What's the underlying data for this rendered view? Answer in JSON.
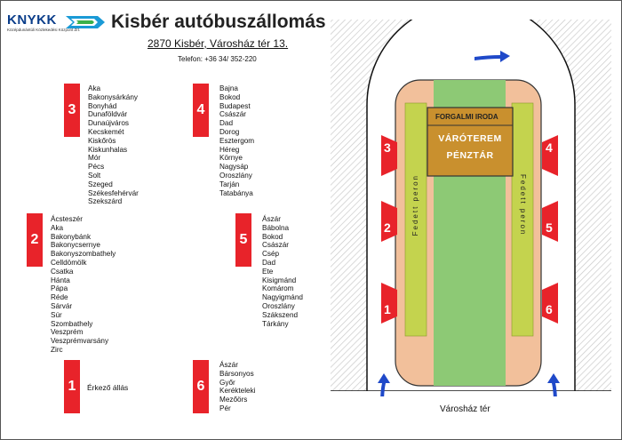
{
  "header": {
    "logo_text": "KNYKK",
    "logo_subtitle": "Középdunántúli Közlekedési Központ Zrt.",
    "title": "Kisbér autóbuszállomás",
    "address": "2870 Kisbér, Városház tér 13.",
    "phone": "Telefon: +36 34/ 352-220"
  },
  "stands": {
    "s3": {
      "number": "3",
      "destinations": [
        "Aka",
        "Bakonysárkány",
        "Bonyhád",
        "Dunaföldvár",
        "Dunaújváros",
        "Kecskemét",
        "Kiskőrös",
        "Kiskunhalas",
        "Mór",
        "Pécs",
        "Solt",
        "Szeged",
        "Székesfehérvár",
        "Szekszárd"
      ]
    },
    "s4": {
      "number": "4",
      "destinations": [
        "Bajna",
        "Bokod",
        "Budapest",
        "Császár",
        "Dad",
        "Dorog",
        "Esztergom",
        "Héreg",
        "Környe",
        "Nagysáp",
        "Oroszlány",
        "Tarján",
        "Tatabánya"
      ]
    },
    "s2": {
      "number": "2",
      "destinations": [
        "Ácsteszér",
        "Aka",
        "Bakonybánk",
        "Bakonycsernye",
        "Bakonyszombathely",
        "Celldömölk",
        "Csatka",
        "Hánta",
        "Pápa",
        "Réde",
        "Sárvár",
        "Súr",
        "Szombathely",
        "Veszprém",
        "Veszprémvarsány",
        "Zirc"
      ]
    },
    "s5": {
      "number": "5",
      "destinations": [
        "Ászár",
        "Bábolna",
        "Bokod",
        "Császár",
        "Csép",
        "Dad",
        "Ete",
        "Kisigmánd",
        "Komárom",
        "Nagyigmánd",
        "Oroszlány",
        "Szákszend",
        "Tárkány"
      ]
    },
    "s1": {
      "number": "1",
      "label": "Érkező állás"
    },
    "s6": {
      "number": "6",
      "destinations": [
        "Ászár",
        "Bársonyos",
        "Győr",
        "Kerékteleki",
        "Mezőörs",
        "Pér"
      ]
    }
  },
  "map": {
    "office": "FORGALMI IRODA",
    "waiting_room": "VÁRÓTEREM",
    "ticket_office": "PÉNZTÁR",
    "covered_platform_left": "Fedett peron",
    "covered_platform_right": "Fedett peron",
    "street": "Városház tér",
    "left_stands": [
      "3",
      "2",
      "1"
    ],
    "right_stands": [
      "4",
      "5",
      "6"
    ]
  },
  "colors": {
    "stand_red": "#e8232a",
    "building_orange": "#f2c09b",
    "green_lane": "#8dc975",
    "platform_yellow": "#c4d34e",
    "office_brown": "#c9902e",
    "arrow_blue": "#1f49c9"
  }
}
